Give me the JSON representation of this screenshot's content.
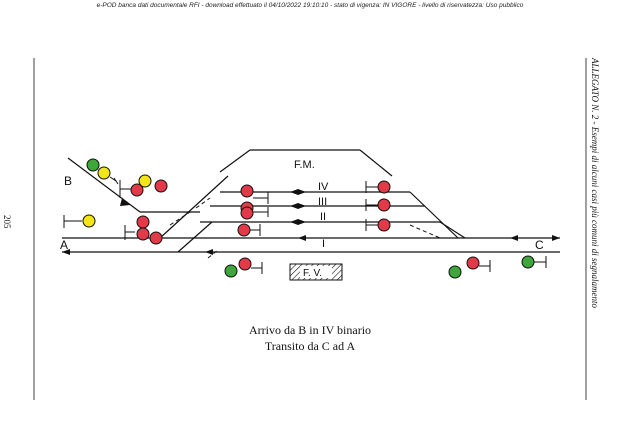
{
  "header": {
    "text": "e-POD banca dati documentale RFI - download effettuato il 04/10/2022 19:10:10 - stato di vigenza: IN VIGORE - livello di riservatezza: Uso pubblico"
  },
  "page_number": "205",
  "side_caption": "ALLEGATO N. 2 - Esempi di alcuni casi più comuni di segnalamento",
  "diagram": {
    "labels": {
      "station_b": "B",
      "station_a": "A",
      "station_c": "C",
      "track_iv": "IV",
      "track_iii": "III",
      "track_ii": "II",
      "track_i": "I",
      "fm_building": "F.M.",
      "fv_building": "F. V."
    },
    "caption_line1": "Arrivo da B in IV binario",
    "caption_line2": "Transito da C ad A",
    "colors": {
      "red": "#e23a48",
      "green": "#3ea63a",
      "yellow": "#f2e51c",
      "line": "#111111"
    }
  }
}
